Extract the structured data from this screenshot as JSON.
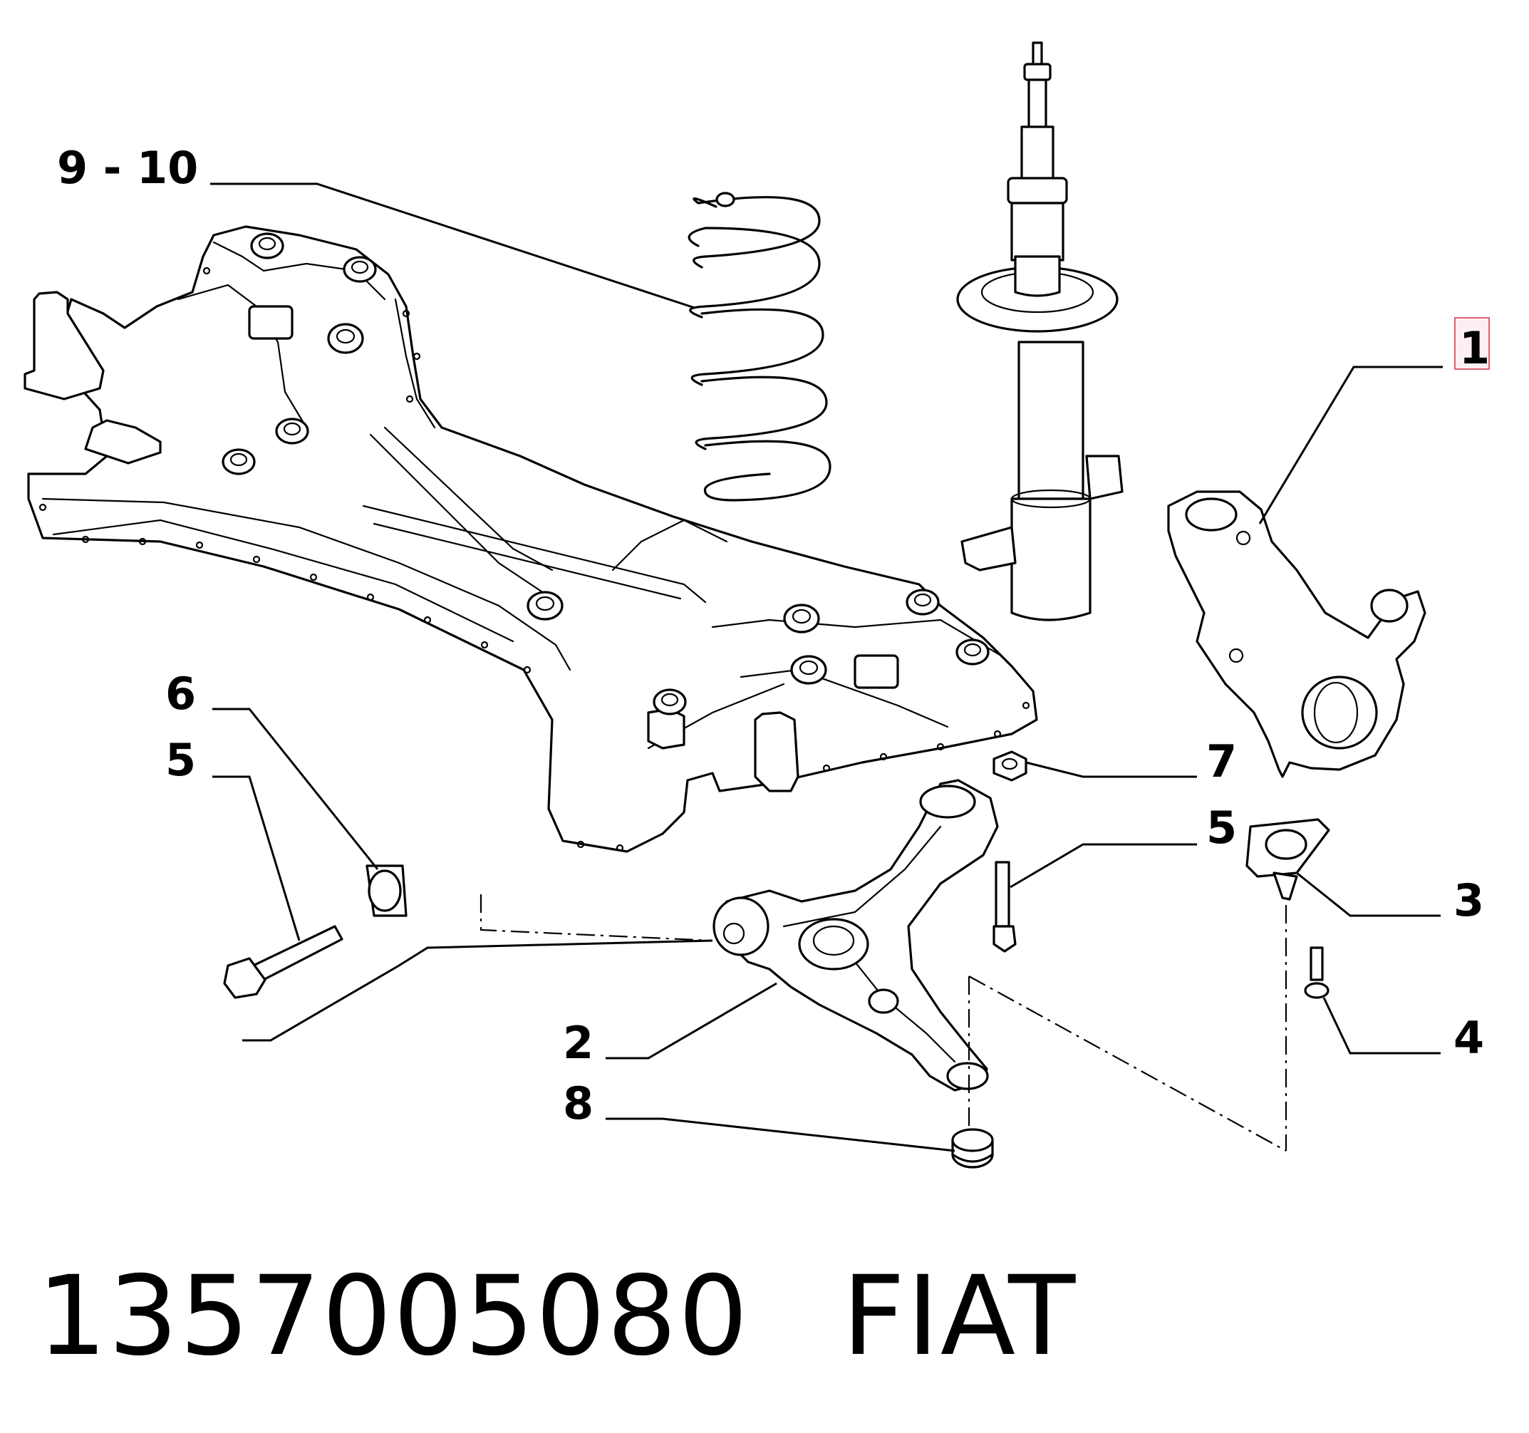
{
  "diagram": {
    "callouts": {
      "c_9_10": "9 - 10",
      "c_1": "1",
      "c_6": "6",
      "c_5_left": "5",
      "c_7": "7",
      "c_5_right": "5",
      "c_3": "3",
      "c_4": "4",
      "c_2": "2",
      "c_8": "8"
    },
    "highlighted_callout": "1",
    "highlight_color": "#e06070"
  },
  "caption": {
    "part_number": "1357005080",
    "brand": "FIAT"
  }
}
